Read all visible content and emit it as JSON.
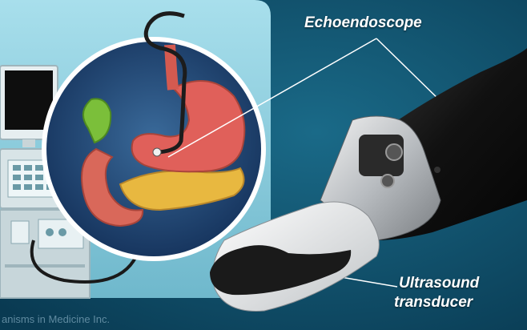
{
  "labels": {
    "echoendoscope": "Echoendoscope",
    "ultrasound_line1": "Ultrasound",
    "ultrasound_line2": "transducer"
  },
  "credit": "anisms in Medicine Inc.",
  "colors": {
    "background": "#0d4a66",
    "panel": "#8fd0e0",
    "scope_body": "#111111",
    "transducer_tip": "#e8e8e8",
    "stomach": "#e0605a",
    "pancreas": "#e8b840"
  },
  "icons": [
    "monitor-icon",
    "keyboard-icon",
    "ultrasound-machine-icon"
  ]
}
